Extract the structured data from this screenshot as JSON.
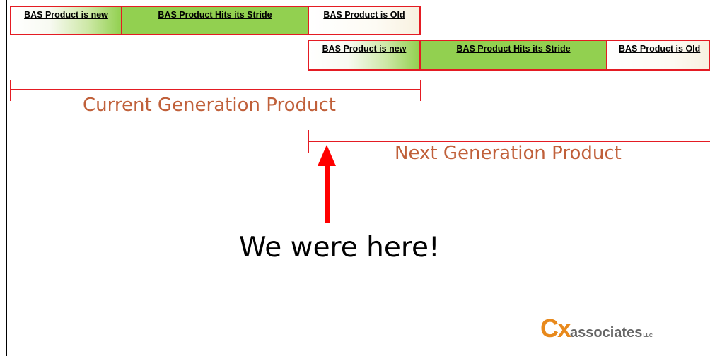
{
  "current_generation": {
    "label": "Current Generation Product",
    "phases": [
      {
        "label": "BAS Product is new"
      },
      {
        "label": "BAS Product Hits its Stride"
      },
      {
        "label": "BAS Product is Old"
      }
    ]
  },
  "next_generation": {
    "label": "Next Generation Product",
    "phases": [
      {
        "label": "BAS Product is new"
      },
      {
        "label": "BAS Product Hits its Stride"
      },
      {
        "label": "BAS Product is Old"
      }
    ]
  },
  "callout": {
    "text": "We were here!"
  },
  "logo": {
    "cx": "Cx",
    "name": "associates",
    "suffix": "LLC"
  },
  "colors": {
    "border_red": "#e41b23",
    "stride_green": "#92d050",
    "arrow_red": "#ff0000",
    "generation_label": "#c0603a",
    "logo_orange": "#e8891c",
    "logo_gray": "#666666"
  }
}
